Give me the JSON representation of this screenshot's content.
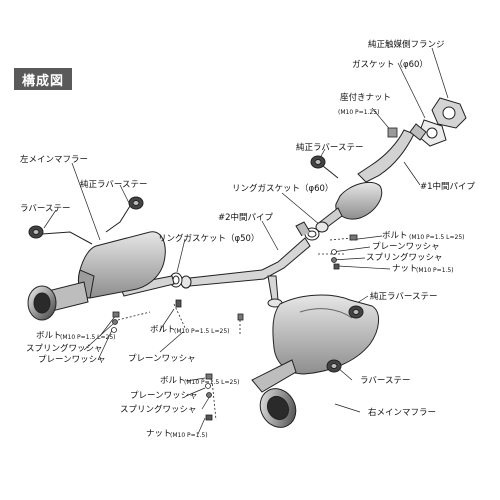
{
  "title": "構成図",
  "colors": {
    "badge": "#5a5a5a",
    "line": "#222222",
    "metal": "#cfcfcf",
    "shade": "#8a8a8a"
  },
  "labels": {
    "stock_flange": "純正触媒側フランジ",
    "gasket_60_top": "ガスケット（φ60）",
    "flange_nut": "座付きナット",
    "flange_nut_spec": "(M10 P=1.25)",
    "stock_rubber_stay_top": "純正ラバーステー",
    "pipe1": "#1中間パイプ",
    "ring_gasket_60": "リングガスケット（φ60）",
    "pipe2": "#2中間パイプ",
    "left_muffler": "左メインマフラー",
    "stock_rubber_stay_left": "純正ラバーステー",
    "rubber_stay_left": "ラバーステー",
    "ring_gasket_50": "リングガスケット（φ50）",
    "bolt_right": "ボルト",
    "bolt_right_spec": "(M10 P=1.5 L=25)",
    "plain_washer_right": "プレーンワッシャ",
    "spring_washer_right": "スプリングワッシャ",
    "nut_right": "ナット",
    "nut_right_spec": "(M10 P=1.5)",
    "stock_rubber_stay_right": "純正ラバーステー",
    "bolt_left": "ボルト",
    "bolt_left_spec": "(M10 P=1.5 L=25)",
    "spring_washer_left": "スプリングワッシャ",
    "plain_washer_left": "プレーンワッシャ",
    "bolt_center": "ボルト",
    "bolt_center_spec": "(M10 P=1.5 L=25)",
    "plain_washer_center": "プレーンワッシャ",
    "bolt_lower": "ボルト",
    "bolt_lower_spec": "(M10 P=1.5 L=25)",
    "plain_washer_lower": "プレーンワッシャ",
    "spring_washer_lower": "スプリングワッシャ",
    "nut_lower": "ナット",
    "nut_lower_spec": "(M10 P=1.5)",
    "rubber_stay_right": "ラバーステー",
    "right_muffler": "右メインマフラー"
  }
}
